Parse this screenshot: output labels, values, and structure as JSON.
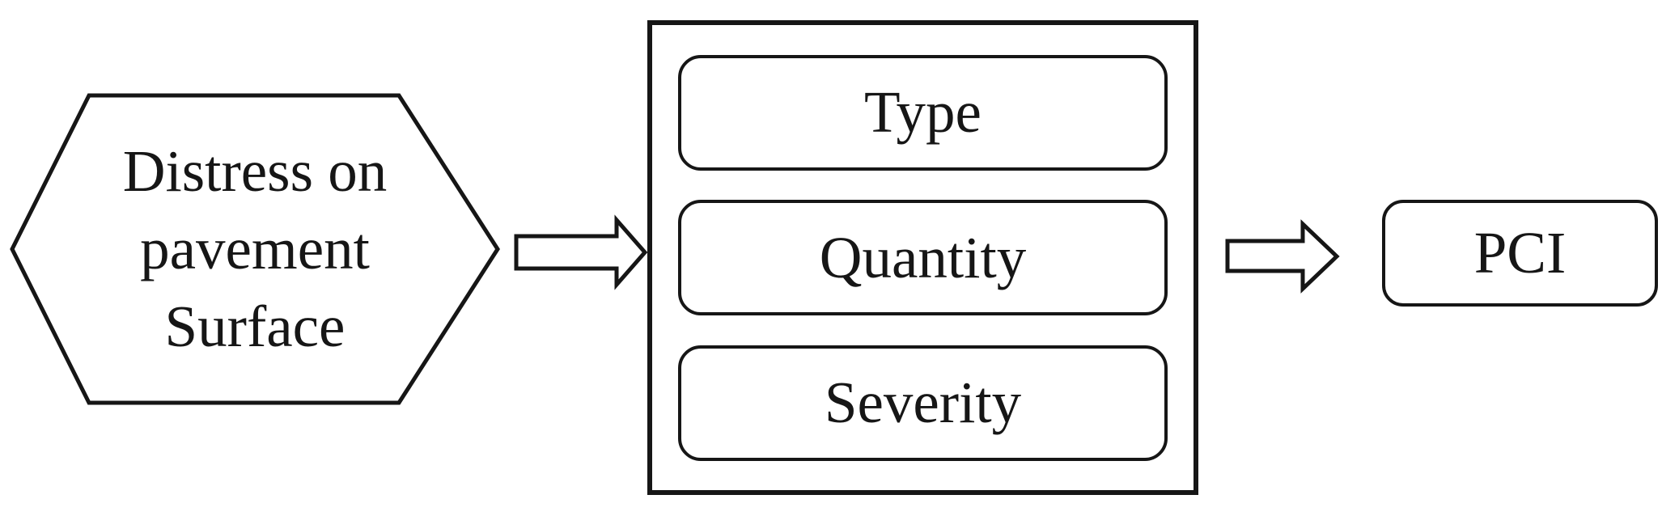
{
  "colors": {
    "stroke": "#161616",
    "text": "#161616",
    "background": "#ffffff"
  },
  "icons": {
    "input_arrow": "right-block-arrow",
    "output_arrow": "right-block-arrow"
  },
  "hexagon": {
    "label": "Distress on pavement Surface",
    "lines": [
      "Distress on",
      "pavement",
      "Surface"
    ]
  },
  "attributes_box": {
    "items": [
      {
        "label": "Type"
      },
      {
        "label": "Quantity"
      },
      {
        "label": "Severity"
      }
    ]
  },
  "output_box": {
    "label": "PCI"
  }
}
